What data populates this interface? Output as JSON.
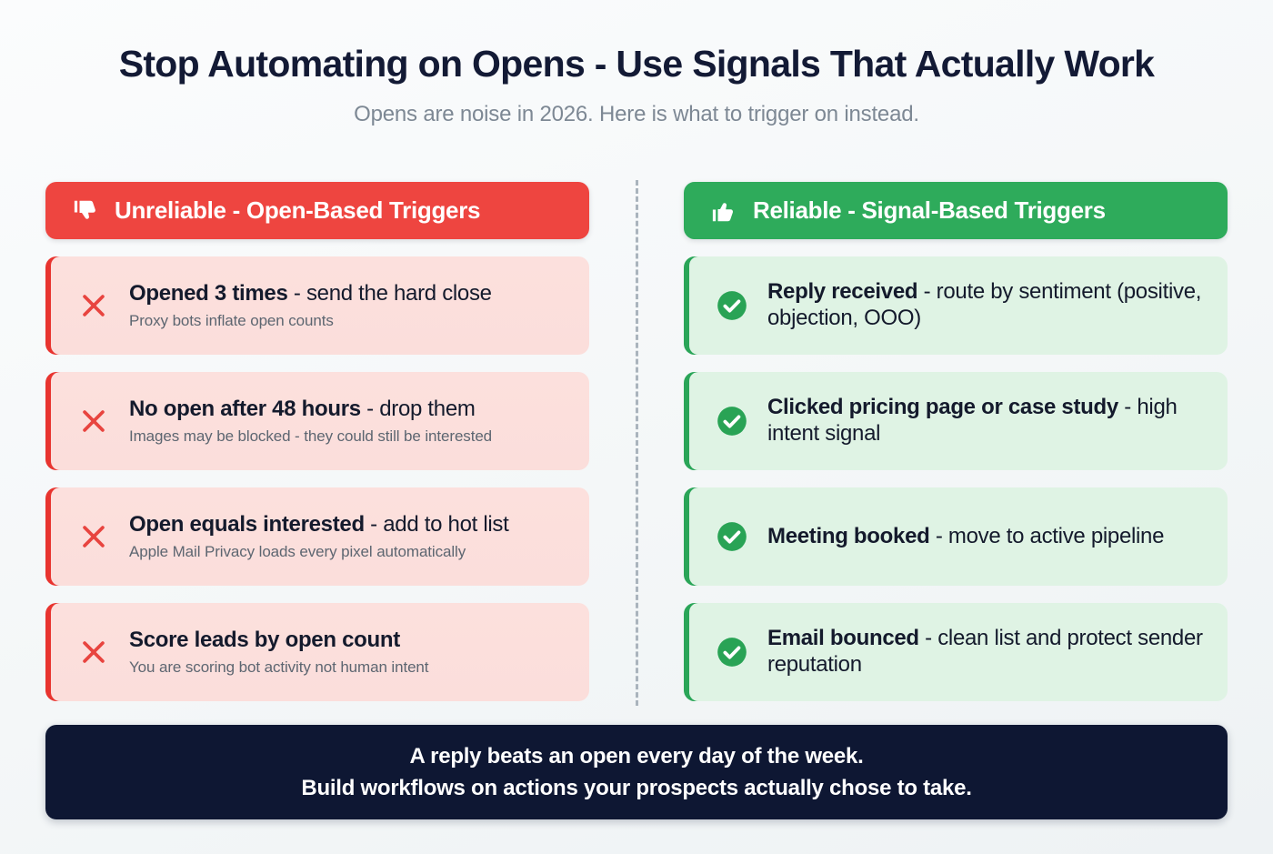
{
  "header": {
    "title": "Stop Automating on Opens - Use Signals That Actually Work",
    "subtitle": "Opens are noise in 2026. Here is what to trigger on instead."
  },
  "colors": {
    "bad_accent": "#e8342f",
    "bad_header": "#ee4540",
    "bad_card_bg": "#fbdedb",
    "good_accent": "#2aa558",
    "good_header": "#2eab5b",
    "good_card_bg": "#dff3e4",
    "footer_bg": "#0e1733",
    "page_bg": "#f4f7f8",
    "title_text": "#131a35",
    "subtitle_text": "#7d8894"
  },
  "columns": {
    "bad": {
      "icon": "thumbs-down-icon",
      "header_label": "Unreliable - Open-Based Triggers",
      "items": [
        {
          "icon": "cross-mark-icon",
          "title_strong": "Opened 3 times",
          "title_rest": " - send the hard close",
          "subtitle": "Proxy bots inflate open counts"
        },
        {
          "icon": "cross-mark-icon",
          "title_strong": "No open after 48 hours",
          "title_rest": " - drop them",
          "subtitle": "Images may be blocked - they could still be interested"
        },
        {
          "icon": "cross-mark-icon",
          "title_strong": "Open equals interested",
          "title_rest": " - add to hot list",
          "subtitle": "Apple Mail Privacy loads every pixel automatically"
        },
        {
          "icon": "cross-mark-icon",
          "title_strong": "Score leads by open count",
          "title_rest": "",
          "subtitle": "You are scoring bot activity not human intent"
        }
      ]
    },
    "good": {
      "icon": "thumbs-up-icon",
      "header_label": "Reliable - Signal-Based Triggers",
      "items": [
        {
          "icon": "check-circle-icon",
          "title_strong": "Reply received",
          "title_rest": " - route by sentiment (positive, objection, OOO)",
          "subtitle": ""
        },
        {
          "icon": "check-circle-icon",
          "title_strong": "Clicked pricing page or case study",
          "title_rest": " - high intent signal",
          "subtitle": ""
        },
        {
          "icon": "check-circle-icon",
          "title_strong": "Meeting booked",
          "title_rest": " - move to active pipeline",
          "subtitle": ""
        },
        {
          "icon": "check-circle-icon",
          "title_strong": "Email bounced",
          "title_rest": " - clean list and protect sender reputation",
          "subtitle": ""
        }
      ]
    }
  },
  "footer": {
    "line1": "A reply beats an open every day of the week.",
    "line2": "Build workflows on actions your prospects actually chose to take."
  }
}
